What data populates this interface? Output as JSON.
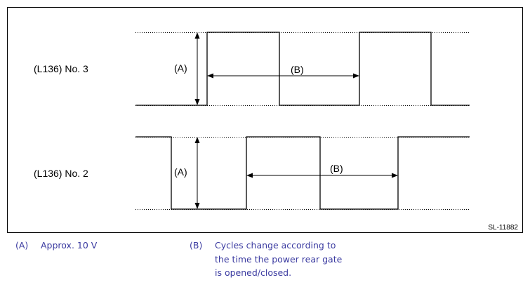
{
  "signals": [
    {
      "name": "(L136) No. 3",
      "dim_a": "(A)",
      "dim_b": "(B)"
    },
    {
      "name": "(L136) No. 2",
      "dim_a": "(A)",
      "dim_b": "(B)"
    }
  ],
  "figure_code": "SL-11882",
  "legend": [
    {
      "key": "(A)",
      "text": "Approx. 10 V"
    },
    {
      "key": "(B)",
      "text": [
        "Cycles change according to",
        "the time the power rear gate",
        "is opened/closed."
      ]
    }
  ]
}
